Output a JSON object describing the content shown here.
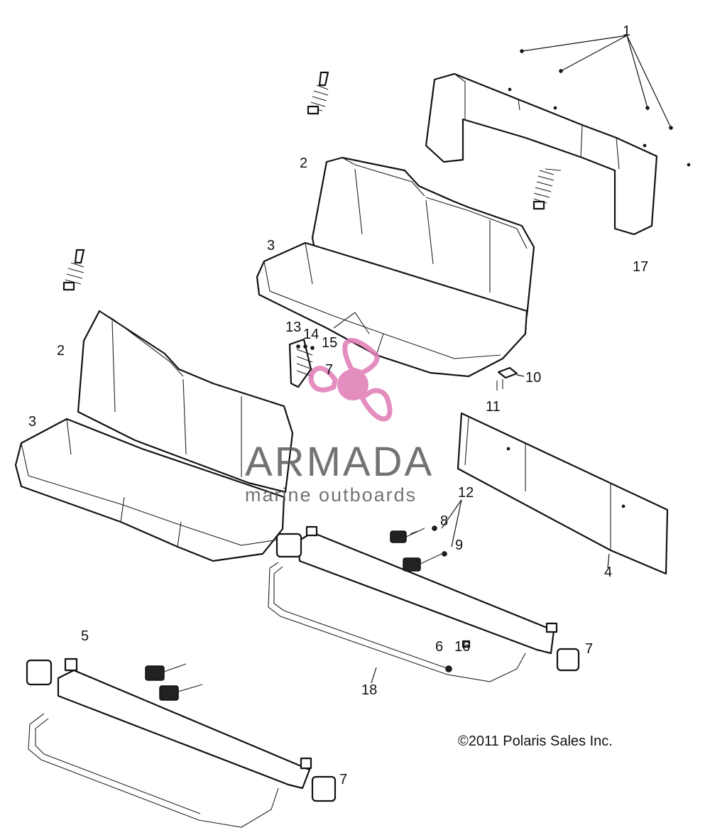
{
  "diagram": {
    "callouts": [
      {
        "id": "c1",
        "text": "1"
      },
      {
        "id": "c2a",
        "text": "2"
      },
      {
        "id": "c2b",
        "text": "2"
      },
      {
        "id": "c3a",
        "text": "3"
      },
      {
        "id": "c3b",
        "text": "3"
      },
      {
        "id": "c4",
        "text": "4"
      },
      {
        "id": "c5",
        "text": "5"
      },
      {
        "id": "c6",
        "text": "6"
      },
      {
        "id": "c7a",
        "text": "7"
      },
      {
        "id": "c7b",
        "text": "7"
      },
      {
        "id": "c7c",
        "text": "7"
      },
      {
        "id": "c8",
        "text": "8"
      },
      {
        "id": "c9",
        "text": "9"
      },
      {
        "id": "c10",
        "text": "10"
      },
      {
        "id": "c11",
        "text": "11"
      },
      {
        "id": "c12",
        "text": "12"
      },
      {
        "id": "c13",
        "text": "13"
      },
      {
        "id": "c14",
        "text": "14"
      },
      {
        "id": "c15",
        "text": "15"
      },
      {
        "id": "c16",
        "text": "16"
      },
      {
        "id": "c17",
        "text": "17"
      },
      {
        "id": "c18",
        "text": "18"
      }
    ],
    "copyright": "©2011 Polaris Sales Inc."
  },
  "watermark": {
    "title": "ARMADA",
    "subtitle": "marine outboards",
    "logo_color": "#e07ab4"
  }
}
